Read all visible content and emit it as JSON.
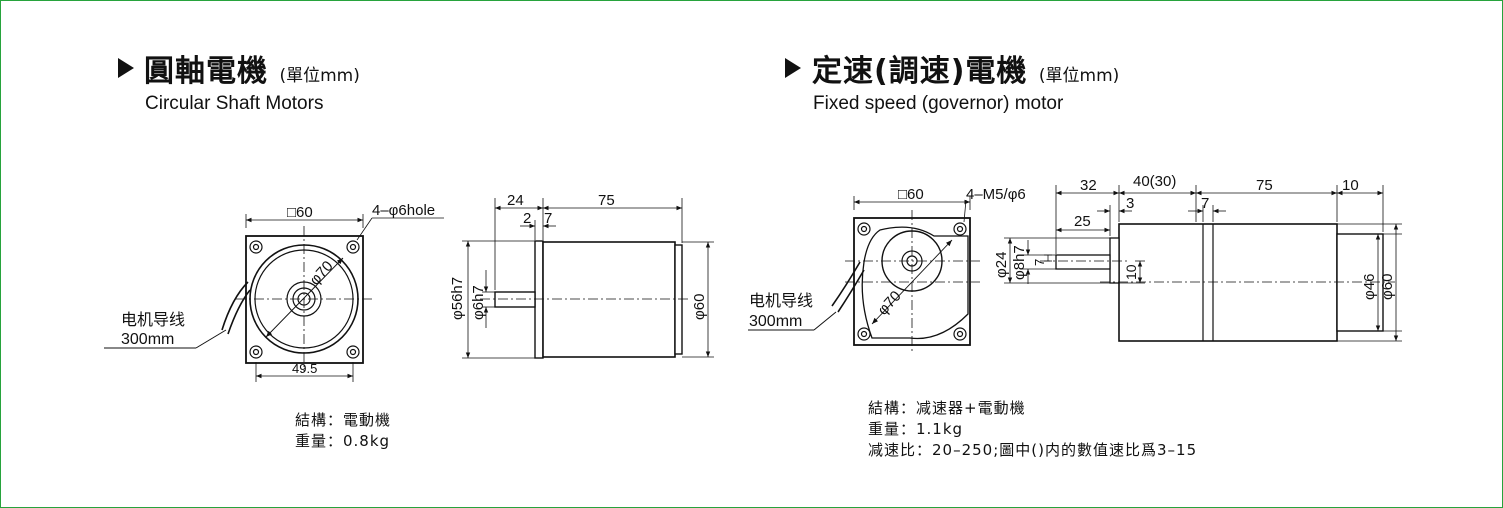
{
  "left_section": {
    "title": "圓軸電機",
    "unit": "(單位mm)",
    "subtitle": "Circular Shaft Motors",
    "dims": {
      "square": "□60",
      "holes": "4–φ6hole",
      "pcd": "φ70",
      "bottom_width": "49.5",
      "dim_24": "24",
      "dim_75": "75",
      "dim_2": "2",
      "dim_7": "7",
      "dia_56": "φ56h7",
      "dia_6": "φ6h7",
      "dia_60": "φ60"
    },
    "lead_label": "电机导线",
    "lead_length": "300mm",
    "notes": [
      "結構：電動機",
      "重量：0.8kg"
    ]
  },
  "right_section": {
    "title": "定速(調速)電機",
    "unit": "(單位mm)",
    "subtitle": "Fixed speed (governor) motor",
    "dims": {
      "square": "□60",
      "holes": "4–M5/φ6",
      "pcd": "φ70",
      "dim_32": "32",
      "dim_40": "40(30)",
      "dim_75": "75",
      "dim_10_top": "10",
      "dim_3": "3",
      "dim_25": "25",
      "dim_7": "7",
      "dia_24": "φ24",
      "dia_8": "φ8h7",
      "dim_7_shaft": "7",
      "dim_10_side": "10",
      "dia_46": "φ46",
      "dia_60": "φ60"
    },
    "lead_label": "电机导线",
    "lead_length": "300mm",
    "notes": [
      "結構：减速器+電動機",
      "重量：1.1kg",
      "减速比：20–250;圖中()内的數值速比爲3–15"
    ]
  }
}
